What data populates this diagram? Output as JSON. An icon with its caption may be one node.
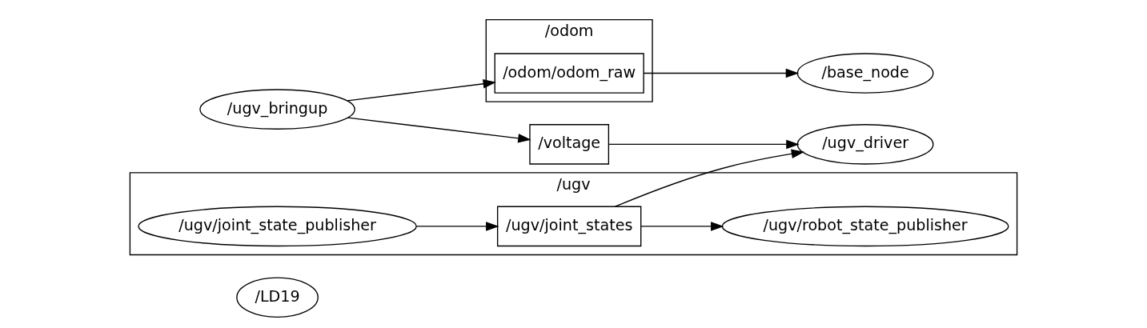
{
  "diagram": {
    "nodes": [
      {
        "text": [
          "/LD19"
        ]
      },
      {
        "text": [
          "/odom"
        ]
      },
      {
        "text": [
          "/odom/odom_raw"
        ],
        "in": 1
      },
      {
        "text": [
          "/base_node"
        ]
      },
      {
        "text": [
          "/ugv_bringup"
        ]
      },
      {
        "text": [
          "/voltage"
        ]
      },
      {
        "text": [
          "/ugv_driver"
        ]
      },
      {
        "text": [
          "/ugv"
        ]
      },
      {
        "text": [
          "/ugv/joint_state_publisher"
        ],
        "in": 7
      },
      {
        "text": [
          "/ugv/joint_states"
        ],
        "in": 7
      },
      {
        "text": [
          "/ugv/robot_state_publisher"
        ],
        "in": 7
      }
    ],
    "edges": [
      {
        "from": 4,
        "to": 2,
        "arrow": "to"
      },
      {
        "from": 2,
        "to": 3,
        "arrow": "to"
      },
      {
        "from": 4,
        "to": 5,
        "arrow": "to"
      },
      {
        "from": 5,
        "to": 6,
        "arrow": "to"
      },
      {
        "from": 9,
        "to": 6,
        "arrow": "to"
      },
      {
        "from": 8,
        "to": 9,
        "arrow": "to"
      },
      {
        "from": 9,
        "to": 10,
        "arrow": "to"
      }
    ]
  }
}
